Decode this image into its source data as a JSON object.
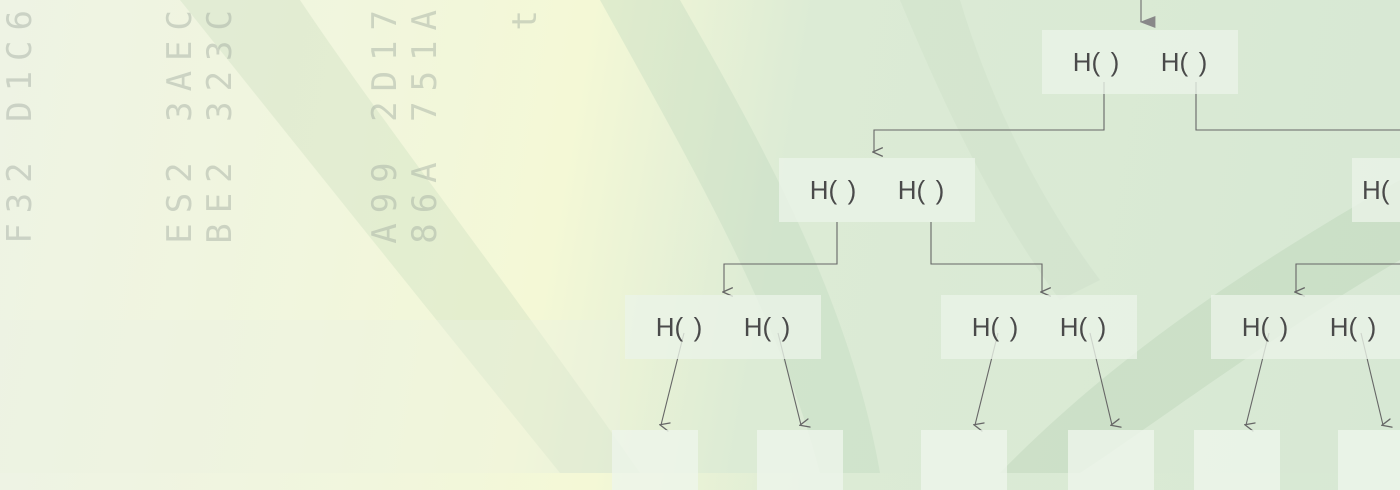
{
  "hash_strings": {
    "col1": "F32 D1C6",
    "col2": "ES2 3AEC",
    "col3": "BE2 323C",
    "col4": "A99 2D17",
    "col5": "86A 751A",
    "col6": "t"
  },
  "tree": {
    "hash_label": "H(",
    "close_paren": ")",
    "level1": {
      "left": "H(  )",
      "right": "H(  )"
    },
    "level2a": {
      "left": "H(  )",
      "right": "H(  )"
    },
    "level2b": {
      "left": "H("
    },
    "level3a": {
      "left": "H(  )",
      "right": "H(  )"
    },
    "level3b": {
      "left": "H(  )",
      "right": "H(  )"
    },
    "level3c": {
      "left": "H(  )",
      "right": "H(  )"
    }
  }
}
